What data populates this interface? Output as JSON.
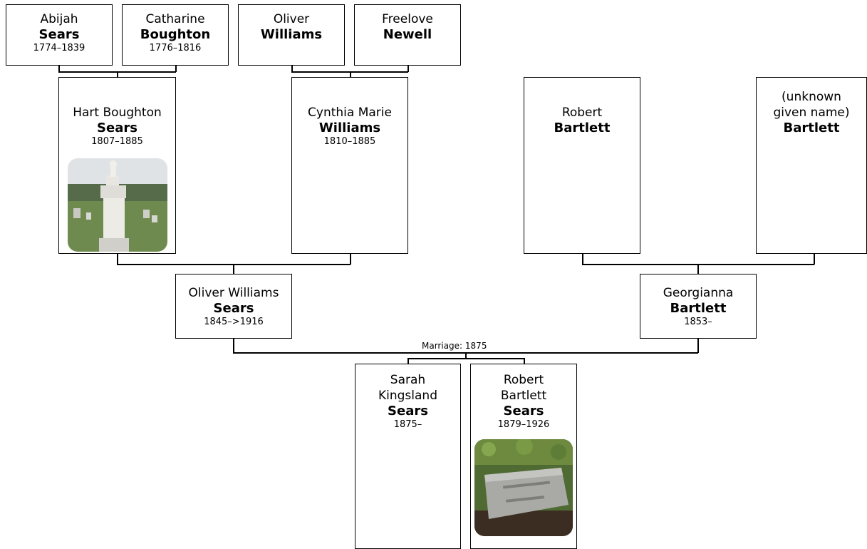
{
  "people": {
    "abijah": {
      "given": "Abijah",
      "surname": "Sears",
      "dates": "1774–1839"
    },
    "catharine": {
      "given": "Catharine",
      "surname": "Boughton",
      "dates": "1776–1816"
    },
    "oliver_w": {
      "given": "Oliver",
      "surname": "Williams",
      "dates": ""
    },
    "freelove": {
      "given": "Freelove",
      "surname": "Newell",
      "dates": ""
    },
    "hart": {
      "given": "Hart Boughton",
      "surname": "Sears",
      "dates": "1807–1885"
    },
    "cynthia": {
      "given": "Cynthia Marie",
      "surname": "Williams",
      "dates": "1810–1885"
    },
    "robert_b": {
      "given": "Robert",
      "surname": "Bartlett",
      "dates": ""
    },
    "unknown_b": {
      "given1": "(unknown",
      "given2": "given name)",
      "surname": "Bartlett",
      "dates": ""
    },
    "oliver_ws": {
      "given": "Oliver Williams",
      "surname": "Sears",
      "dates": "1845–>1916"
    },
    "georgianna": {
      "given": "Georgianna",
      "surname": "Bartlett",
      "dates": "1853–"
    },
    "sarah": {
      "given1": "Sarah",
      "given2": "Kingsland",
      "surname": "Sears",
      "dates": "1875–"
    },
    "robert_bs": {
      "given1": "Robert",
      "given2": "Bartlett",
      "surname": "Sears",
      "dates": "1879–1926"
    }
  },
  "marriage_label": "Marriage: 1875",
  "photos": {
    "hart": "gravestone-monument-photo",
    "robert_bs": "headstone-photo"
  }
}
